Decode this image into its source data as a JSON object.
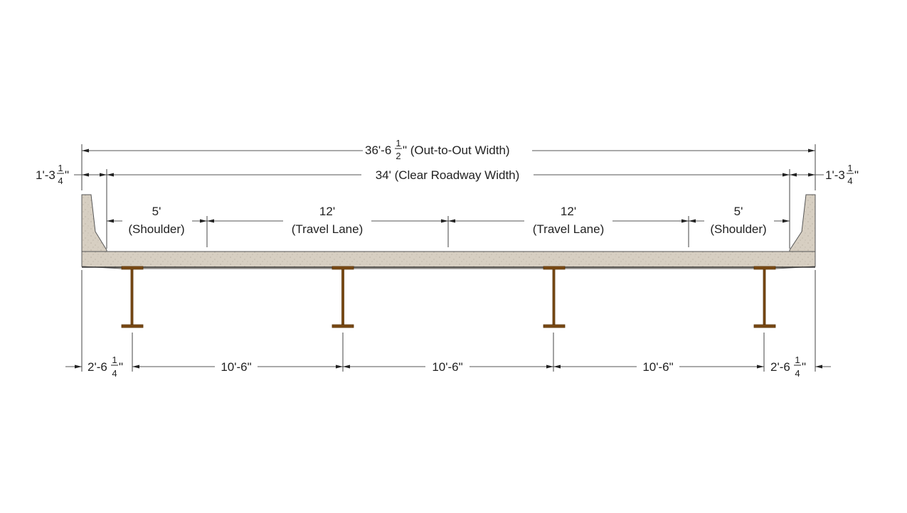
{
  "diagram": {
    "type": "bridge-deck-cross-section",
    "colors": {
      "concrete": "#d7cfc2",
      "steel": "#7a4a15",
      "dimension_line": "#555555",
      "text": "#222222"
    },
    "overall": {
      "out_to_out": {
        "whole": "36'-6",
        "num": "1",
        "den": "2",
        "suffix": "\" (Out-to-Out Width)"
      },
      "clear_roadway": {
        "label": "34' (Clear Roadway Width)"
      },
      "barrier_left": {
        "whole": "1'-3",
        "num": "1",
        "den": "4",
        "suffix": "\""
      },
      "barrier_right": {
        "whole": "1'-3",
        "num": "1",
        "den": "4",
        "suffix": "\""
      }
    },
    "lanes": [
      {
        "width": "5'",
        "name": "(Shoulder)"
      },
      {
        "width": "12'",
        "name": "(Travel Lane)"
      },
      {
        "width": "12'",
        "name": "(Travel Lane)"
      },
      {
        "width": "5'",
        "name": "(Shoulder)"
      }
    ],
    "girder_spacing": {
      "overhang_left": {
        "whole": "2'-6",
        "num": "1",
        "den": "4",
        "suffix": "\""
      },
      "spacings": [
        "10'-6\"",
        "10'-6\"",
        "10'-6\""
      ],
      "overhang_right": {
        "whole": "2'-6",
        "num": "1",
        "den": "4",
        "suffix": "\""
      }
    },
    "girders": [
      {
        "name": "girder-1"
      },
      {
        "name": "girder-2"
      },
      {
        "name": "girder-3"
      },
      {
        "name": "girder-4"
      }
    ]
  }
}
